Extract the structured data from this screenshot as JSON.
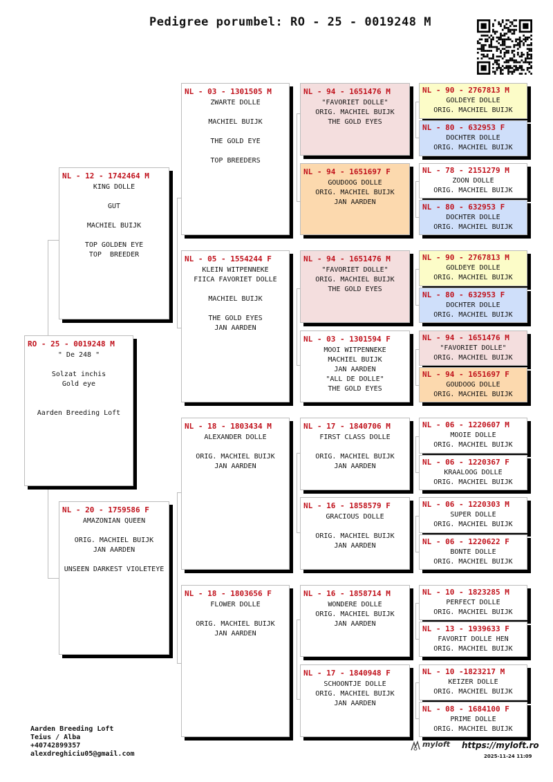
{
  "header": {
    "title": "Pedigree porumbel: RO - 25 - 0019248 M"
  },
  "colors": {
    "id_red": "#c0111b",
    "pink": "#f4dede",
    "orange": "#fcd9ae",
    "yellow": "#fcfcc8",
    "blue": "#cfdffa"
  },
  "pigeons": {
    "g1": {
      "id": "RO - 25 - 0019248 M",
      "lines": "\" De 248 \"\n\nSolzat inchis\nGold eye\n\n\nAarden Breeding Loft"
    },
    "g2a": {
      "id": "NL - 12 - 1742464 M",
      "lines": "KING DOLLE\n\nGUT\n\nMACHIEL BUIJK\n\nTOP GOLDEN EYE\nTOP  BREEDER"
    },
    "g2b": {
      "id": "NL - 20 - 1759586 F",
      "lines": "AMAZONIAN QUEEN\n\nORIG. MACHIEL BUIJK\nJAN AARDEN\n\nUNSEEN DARKEST VIOLETEYE"
    },
    "g3a": {
      "id": "NL - 03 - 1301505 M",
      "lines": "ZWARTE DOLLE\n\nMACHIEL BUIJK\n\nTHE GOLD EYE\n\nTOP BREEDERS"
    },
    "g3b": {
      "id": "NL - 05 - 1554244 F",
      "lines": "KLEIN WITPENNEKE\nFIICA FAVORIET DOLLE\n\nMACHIEL BUIJK\n\nTHE GOLD EYES\nJAN AARDEN"
    },
    "g3c": {
      "id": "NL - 18 - 1803434 M",
      "lines": "ALEXANDER DOLLE\n\nORIG. MACHIEL BUIJK\nJAN AARDEN"
    },
    "g3d": {
      "id": "NL - 18 - 1803656 F",
      "lines": "FLOWER DOLLE\n\nORIG. MACHIEL BUIJK\nJAN AARDEN"
    },
    "g4a": {
      "id": "NL - 94 - 1651476 M",
      "lines": "\"FAVORIET DOLLE\"\nORIG. MACHIEL BUIJK\nTHE GOLD EYES"
    },
    "g4b": {
      "id": "NL - 94 - 1651697 F",
      "lines": "GOUDOOG DOLLE\nORIG. MACHIEL BUIJK\nJAN AARDEN"
    },
    "g4c": {
      "id": "NL - 94 - 1651476 M",
      "lines": "\"FAVORIET DOLLE\"\nORIG. MACHIEL BUIJK\nTHE GOLD EYES"
    },
    "g4d": {
      "id": "NL - 03 - 1301594 F",
      "lines": "MOOI WITPENNEKE\nMACHIEL BUIJK\nJAN AARDEN\n\"ALL DE DOLLE\"\nTHE GOLD EYES"
    },
    "g4e": {
      "id": "NL - 17 - 1840706 M",
      "lines": "FIRST CLASS DOLLE\n\nORIG. MACHIEL BUIJK\nJAN AARDEN"
    },
    "g4f": {
      "id": "NL - 16 - 1858579 F",
      "lines": "GRACIOUS DOLLE\n\nORIG. MACHIEL BUIJK\nJAN AARDEN"
    },
    "g4g": {
      "id": "NL - 16 - 1858714 M",
      "lines": "WONDERE DOLLE\nORIG. MACHIEL BUIJK\nJAN AARDEN"
    },
    "g4h": {
      "id": "NL - 17 - 1840948 F",
      "lines": "SCHOONTJE DOLLE\nORIG. MACHIEL BUIJK\nJAN AARDEN"
    },
    "g5a": {
      "id": "NL - 90 - 2767813 M",
      "lines": "GOLDEYE DOLLE\nORIG. MACHIEL BUIJK"
    },
    "g5b": {
      "id": "NL - 80 - 632953 F",
      "lines": "DOCHTER DOLLE\nORIG. MACHIEL BUIJK"
    },
    "g5c": {
      "id": "NL - 78 - 2151279 M",
      "lines": "ZOON DOLLE\nORIG. MACHIEL BUIJK"
    },
    "g5d": {
      "id": "NL - 80 - 632953 F",
      "lines": "DOCHTER DOLLE\nORIG. MACHIEL BUIJK"
    },
    "g5e": {
      "id": "NL - 90 - 2767813 M",
      "lines": "GOLDEYE DOLLE\nORIG. MACHIEL BUIJK"
    },
    "g5f": {
      "id": "NL - 80 - 632953 F",
      "lines": "DOCHTER DOLLE\nORIG. MACHIEL BUIJK"
    },
    "g5g": {
      "id": "NL - 94 - 1651476 M",
      "lines": "\"FAVORIET DOLLE\"\nORIG. MACHIEL BUIJK"
    },
    "g5h": {
      "id": "NL - 94 - 1651697 F",
      "lines": "GOUDOOG DOLLE\nORIG. MACHIEL BUIJK"
    },
    "g5i": {
      "id": "NL - 06 - 1220607 M",
      "lines": "MOOIE DOLLE\nORIG. MACHIEL BUIJK"
    },
    "g5j": {
      "id": "NL - 06 - 1220367 F",
      "lines": "KRAALOOG DOLLE\nORIG. MACHIEL BUIJK"
    },
    "g5k": {
      "id": "NL - 06 - 1220303 M",
      "lines": "SUPER DOLLE\nORIG. MACHIEL BUIJK"
    },
    "g5l": {
      "id": "NL - 06 - 1220622 F",
      "lines": "BONTE DOLLE\nORIG. MACHIEL BUIJK"
    },
    "g5m": {
      "id": "NL - 10 - 1823285 M",
      "lines": "PERFECT DOLLE\nORIG. MACHIEL BUIJK"
    },
    "g5n": {
      "id": "NL - 13 - 1939633 F",
      "lines": "FAVORIT DOLLE HEN\nORIG. MACHIEL BUIJK"
    },
    "g5o": {
      "id": "NL - 10 -1823217 M",
      "lines": "KEIZER DOLLE\nORIG. MACHIEL BUIJK"
    },
    "g5p": {
      "id": "NL - 08 - 1684100 F",
      "lines": "PRIME DOLLE\nORIG. MACHIEL BUIJK"
    }
  },
  "footer": {
    "loft": "Aarden Breeding Loft",
    "location": "Teius / Alba",
    "phone": "+40742899357",
    "email": "alexdreghiciu05@gmail.com",
    "brand": "myloft",
    "url": "https://myloft.ro",
    "date": "2025-11-24 11:09"
  }
}
